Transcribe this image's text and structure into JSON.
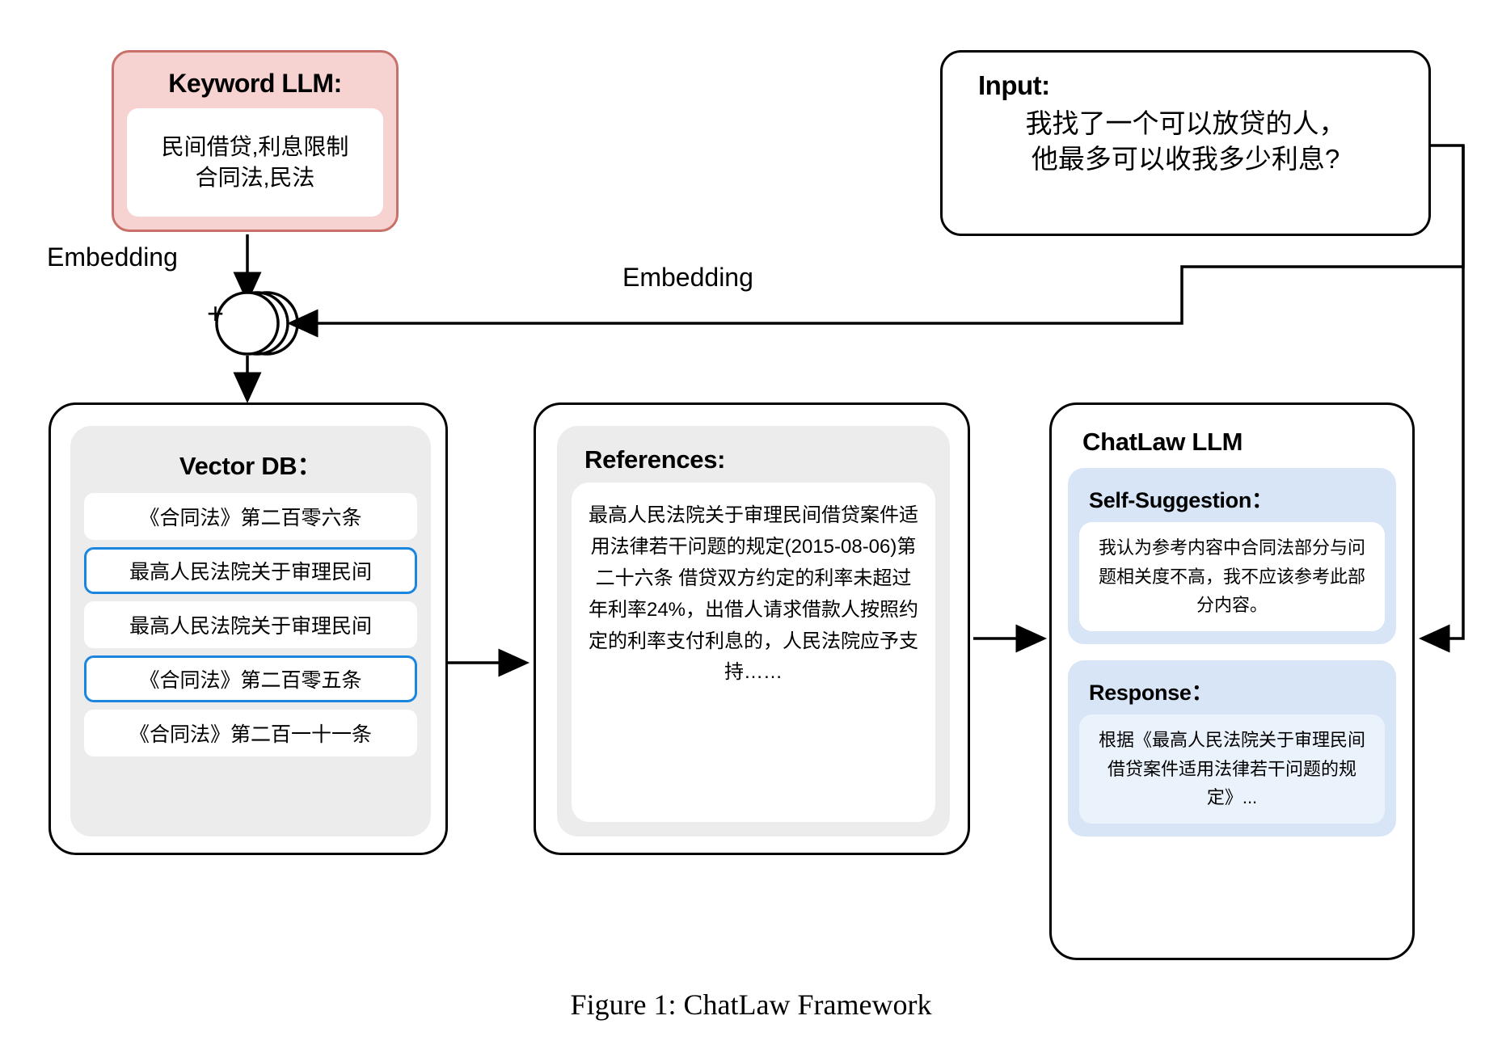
{
  "figure": {
    "caption": "Figure 1: ChatLaw Framework"
  },
  "keyword_llm": {
    "title": "Keyword LLM:",
    "keywords_line1": "民间借贷,利息限制",
    "keywords_line2": "合同法,民法"
  },
  "input": {
    "title": "Input:",
    "line1": "我找了一个可以放贷的人，",
    "line2": "他最多可以收我多少利息?"
  },
  "edges": {
    "embedding_left_label": "Embedding",
    "embedding_right_label": "Embedding",
    "merge_symbol": "+"
  },
  "vector_db": {
    "title": "Vector DB：",
    "items": [
      {
        "text": "《合同法》第二百零六条",
        "selected": false
      },
      {
        "text": "最高人民法院关于审理民间",
        "selected": true
      },
      {
        "text": "最高人民法院关于审理民间",
        "selected": false
      },
      {
        "text": "《合同法》第二百零五条",
        "selected": true
      },
      {
        "text": "《合同法》第二百一十一条",
        "selected": false
      }
    ]
  },
  "references": {
    "title": "References:",
    "body": "最高人民法院关于审理民间借贷案件适用法律若干问题的规定(2015-08-06)第二十六条 借贷双方约定的利率未超过年利率24%，出借人请求借款人按照约定的利率支付利息的，人民法院应予支持……"
  },
  "chatlaw": {
    "title": "ChatLaw LLM",
    "self_suggestion": {
      "title": "Self-Suggestion：",
      "body": "我认为参考内容中合同法部分与问题相关度不高，我不应该参考此部分内容。"
    },
    "response": {
      "title": "Response：",
      "body": "根据《最高人民法院关于审理民间借贷案件适用法律若干问题的规定》..."
    }
  },
  "colors": {
    "keyword_fill": "#f6d2d0",
    "keyword_stroke": "#c8716b",
    "panel_blue": "#d7e5f7",
    "selected_blue": "#1a86e0",
    "group_gray": "#ececec"
  }
}
